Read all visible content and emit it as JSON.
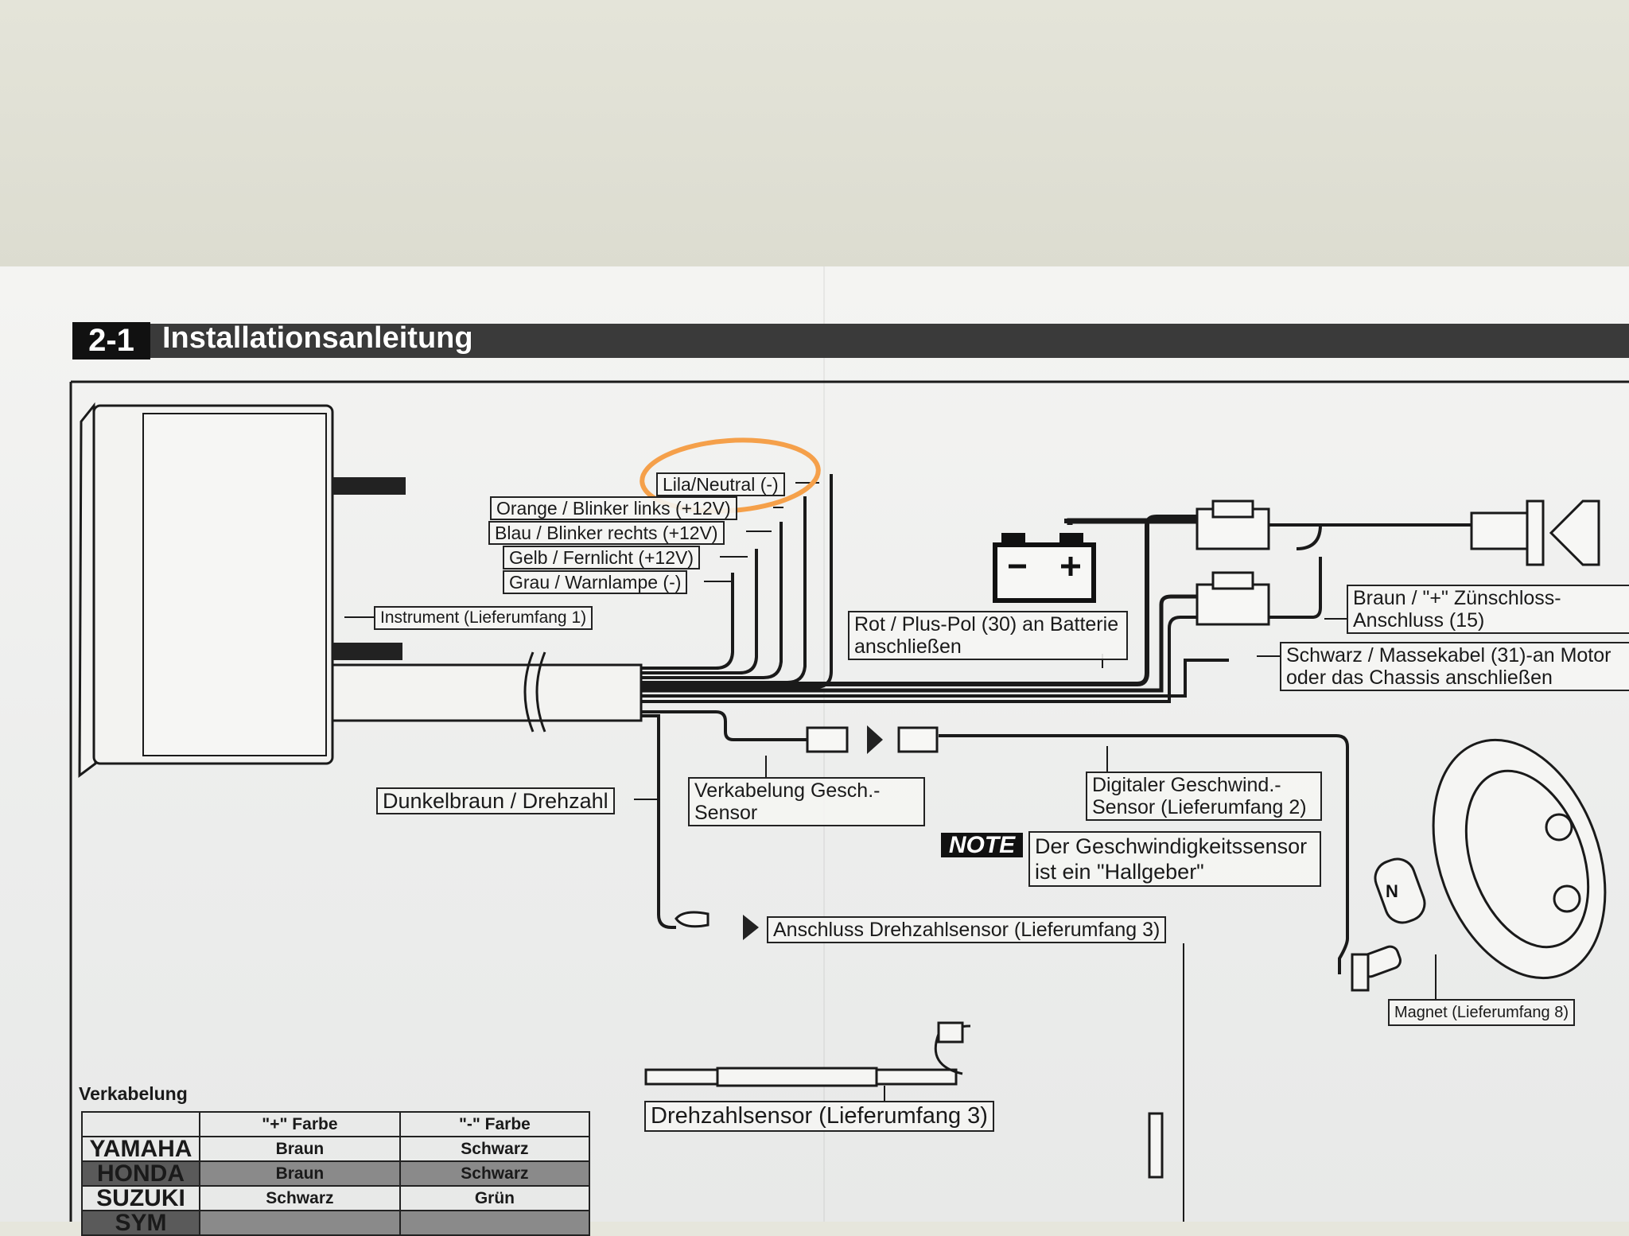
{
  "header": {
    "section_number": "2-1",
    "title": "Installationsanleitung"
  },
  "labels": {
    "lila": "Lila/Neutral (-)",
    "orange": "Orange / Blinker links (+12V)",
    "blau": "Blau / Blinker rechts (+12V)",
    "gelb": "Gelb / Fernlicht (+12V)",
    "grau": "Grau / Warnlampe (-)",
    "instrument": "Instrument (Lieferumfang 1)",
    "rot": "Rot / Plus-Pol (30) an Batterie anschließen",
    "braun": "Braun / \"+\" Zünschloss-Anschluss (15)",
    "schwarz": "Schwarz / Massekabel (31)-an Motor oder das Chassis anschließen",
    "dunkelbraun": "Dunkelbraun / Drehzahl",
    "gesch_sensor": "Verkabelung Gesch.-Sensor",
    "digital_sensor": "Digitaler Geschwind.-Sensor (Lieferumfang 2)",
    "note_tag": "NOTE",
    "note_text": "Der Geschwindigkeitssensor ist ein \"Hallgeber\"",
    "anschluss_drehzahl": "Anschluss Drehzahlsensor (Lieferumfang 3)",
    "magnet": "Magnet (Lieferumfang 8)",
    "drehzahlsensor": "Drehzahlsensor (Lieferumfang 3)",
    "magnet_letter": "N"
  },
  "annotation": {
    "highlight_color": "#f5a04a"
  },
  "wiring_table": {
    "title": "Verkabelung",
    "headers": [
      "",
      "\"+\" Farbe",
      "\"-\" Farbe"
    ],
    "rows": [
      {
        "brand": "YAMAHA",
        "plus": "Braun",
        "minus": "Schwarz"
      },
      {
        "brand": "HONDA",
        "plus": "Braun",
        "minus": "Schwarz"
      },
      {
        "brand": "SUZUKI",
        "plus": "Schwarz",
        "minus": "Grün"
      },
      {
        "brand": "SYM",
        "plus": "",
        "minus": ""
      }
    ]
  }
}
